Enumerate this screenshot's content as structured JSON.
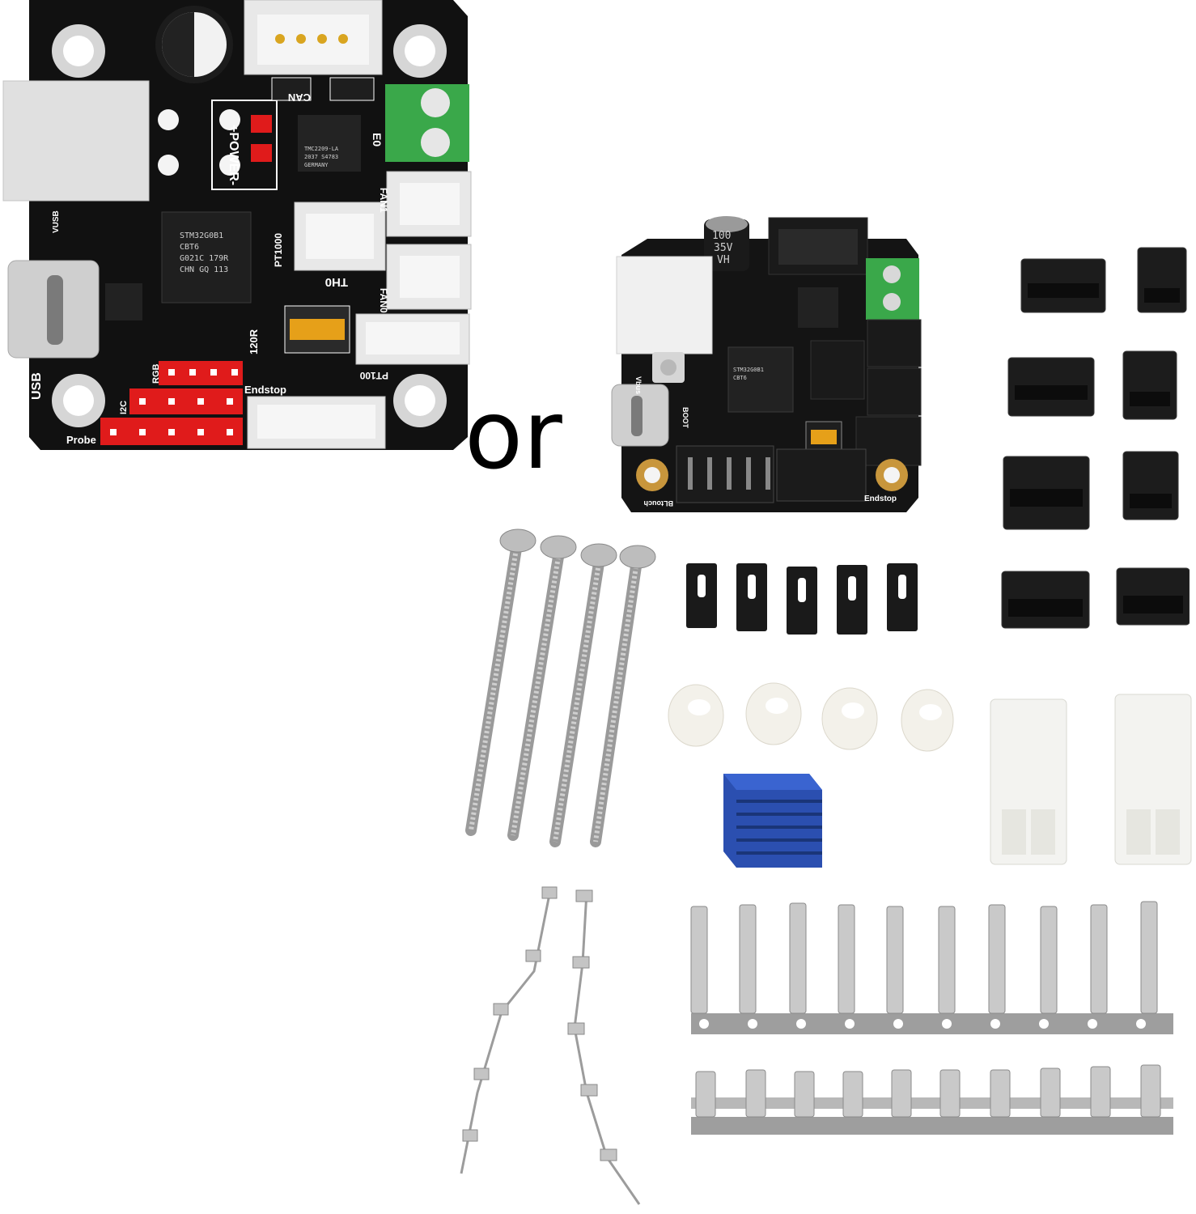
{
  "separator": {
    "text": "or"
  },
  "board_a": {
    "labels": {
      "can": "CAN",
      "power": "+POWER-",
      "e0": "E0",
      "fan1": "FAN1",
      "fan0": "FAN0",
      "pt1000": "PT1000",
      "th0": "TH0",
      "r120": "120R",
      "pt100": "PT100",
      "endstop": "Endstop",
      "usb": "USB",
      "vusb": "VUSB",
      "i2c": "I2C",
      "rgb": "RGB",
      "probe": "Probe"
    },
    "mcu_text": [
      "STM32G0B1",
      "CBT6",
      "G021C 179R",
      "CHN GQ 113"
    ],
    "driver_text": [
      "TMC2209-LA",
      "2037 S4783",
      "GERMANY"
    ],
    "colors": {
      "pcb": "#111111",
      "header_red": "#e01b1b",
      "terminal_green": "#3aa84a",
      "connector_white": "#e8e8e8"
    }
  },
  "board_b": {
    "labels": {
      "cap": [
        "100",
        "35V",
        "VH"
      ],
      "vbus": "Vbus",
      "boot": "BOOT",
      "endstop": "Endstop",
      "bltouch": "BLtouch"
    },
    "mcu_text": [
      "STM32G0B1",
      "CBT6"
    ],
    "colors": {
      "pcb": "#141414",
      "mount_gold": "#c8963c"
    }
  },
  "parts": [
    {
      "name": "screw",
      "count": 4
    },
    {
      "name": "jumper-cap",
      "count": 5
    },
    {
      "name": "nylon-spacer",
      "count": 4
    },
    {
      "name": "heatsink",
      "count": 1,
      "color": "#2b4fb0"
    },
    {
      "name": "power-connector-housing",
      "count": 2
    },
    {
      "name": "connector-housing",
      "count": 8
    },
    {
      "name": "crimp-terminal-strip",
      "count": 4
    }
  ]
}
